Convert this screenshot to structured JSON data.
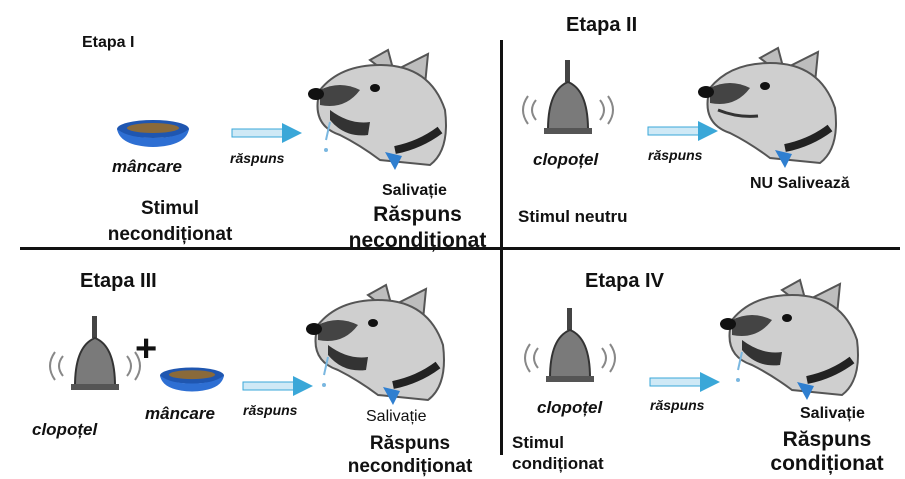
{
  "panels": {
    "p1": {
      "title": "Etapa I",
      "stimulus_label": "mâncare",
      "arrow_label": "răspuns",
      "response_small": "Salivație",
      "stimulus_type": "Stimul\nnecondiționat",
      "response_type": "Răspuns\nnecondiționat"
    },
    "p2": {
      "title": "Etapa II",
      "stimulus_label": "clopoțel",
      "arrow_label": "răspuns",
      "response_small": "NU Salivează",
      "stimulus_type": "Stimul neutru"
    },
    "p3": {
      "title": "Etapa III",
      "plus": "+",
      "bell_label": "clopoțel",
      "food_label": "mâncare",
      "arrow_label": "răspuns",
      "response_small": "Salivație",
      "response_type": "Răspuns\nnecondiționat"
    },
    "p4": {
      "title": "Etapa IV",
      "stimulus_label": "clopoțel",
      "arrow_label": "răspuns",
      "response_small": "Salivație",
      "stimulus_type": "Stimul\ncondiționat",
      "response_type": "Răspuns\ncondiționat"
    }
  },
  "colors": {
    "arrow": "#3aa7d8",
    "bowl": "#2e6fd3",
    "collar_tag": "#2f7fd0",
    "dog_fur": "#c9c9c9",
    "dog_dark": "#555555",
    "bell": "#6f6f6f"
  },
  "icons": [
    "food-bowl-icon",
    "bell-icon",
    "dog-head-icon",
    "arrow-icon"
  ]
}
